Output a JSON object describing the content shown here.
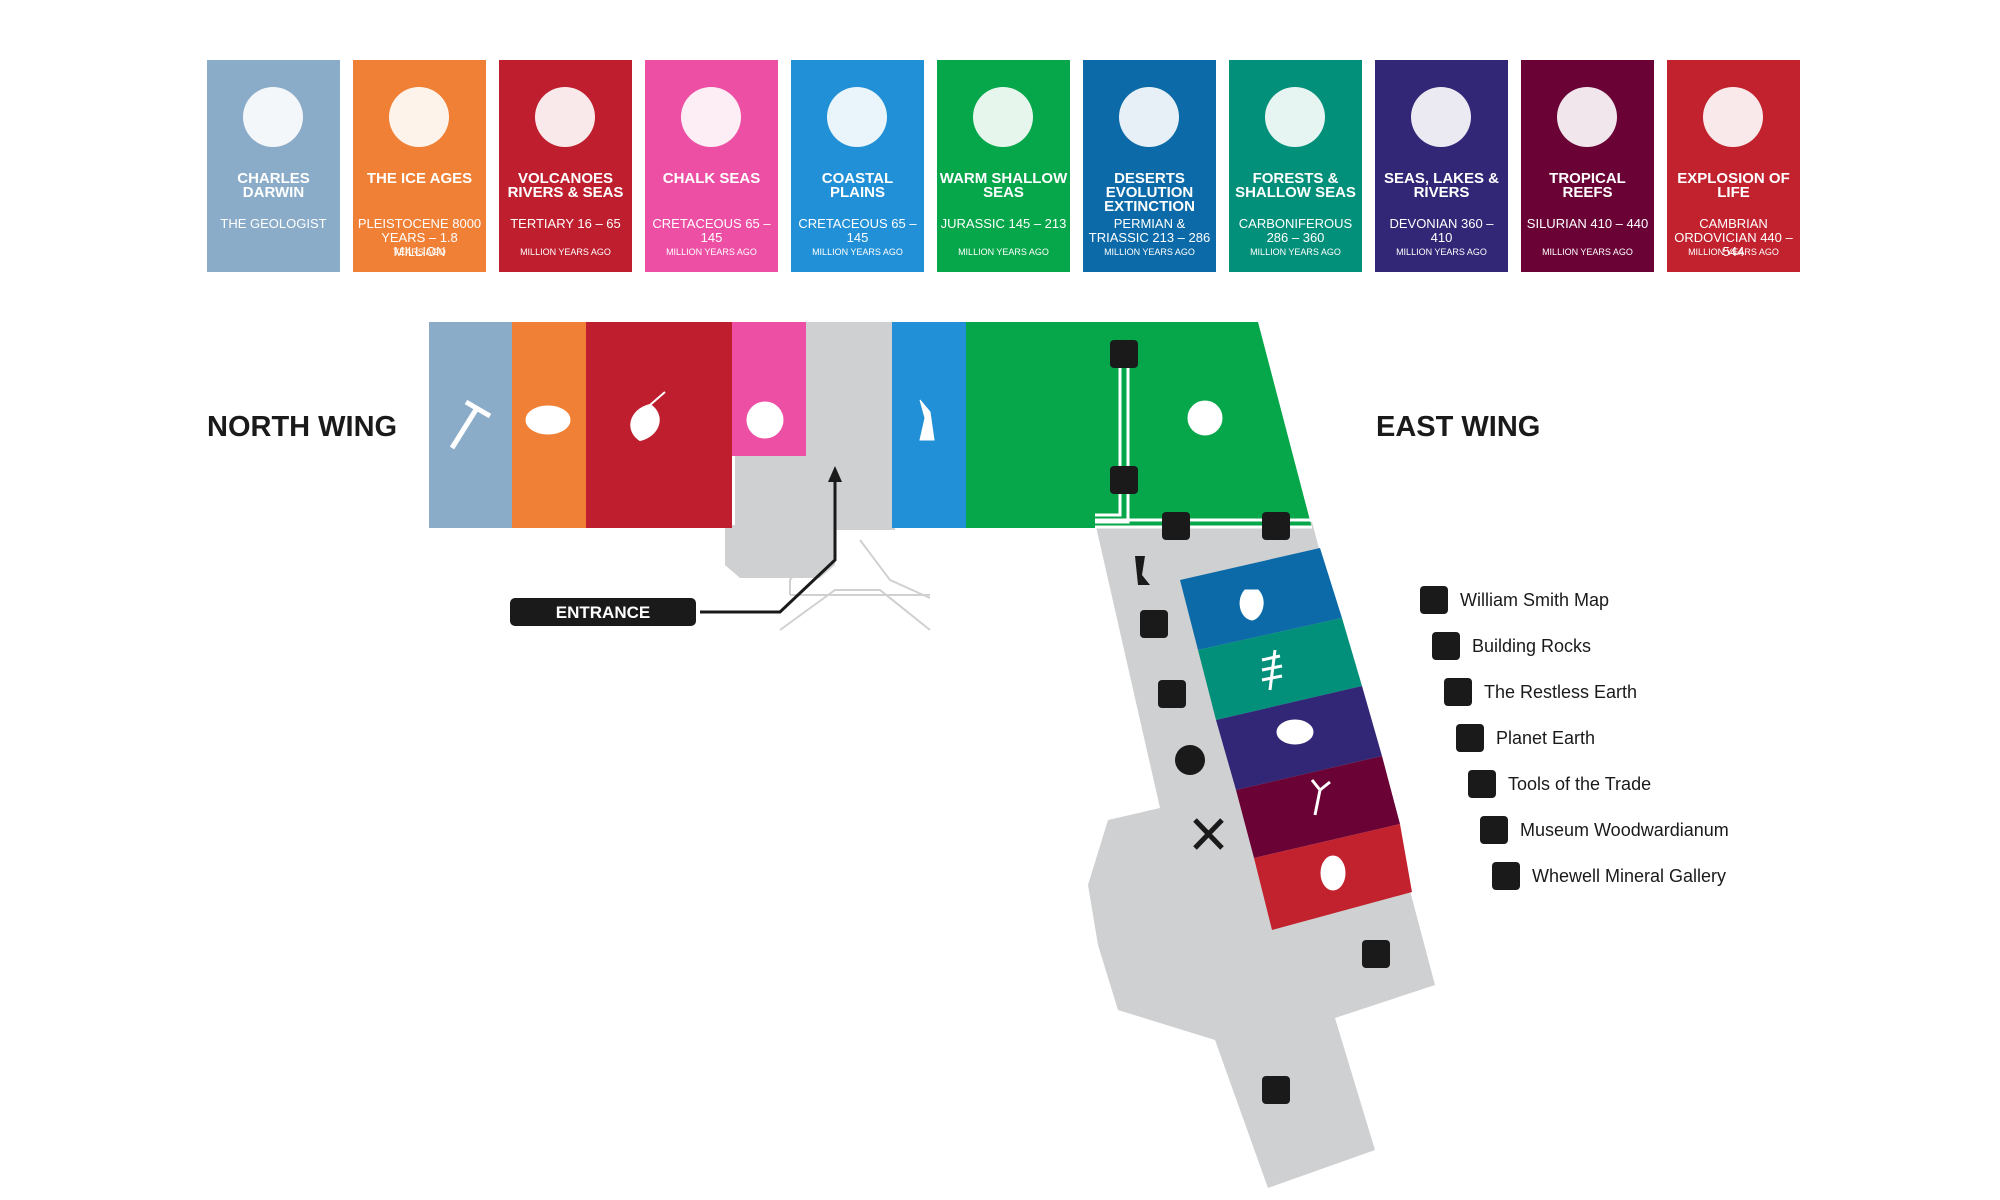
{
  "legend_tiles": [
    {
      "title": "CHARLES DARWIN",
      "period": "THE GEOLOGIST",
      "ago": "",
      "color": "#8aacc8",
      "icon": "hammer-icon"
    },
    {
      "title": "THE ICE AGES",
      "period": "PLEISTOCENE 8000 YEARS – 1.8 MILLION",
      "ago": "YEARS AGO",
      "color": "#f08036",
      "icon": "mammoth-icon"
    },
    {
      "title": "VOLCANOES RIVERS & SEAS",
      "period": "TERTIARY 16 – 65",
      "ago": "MILLION YEARS AGO",
      "color": "#be1e2d",
      "icon": "leaf-icon"
    },
    {
      "title": "CHALK SEAS",
      "period": "CRETACEOUS 65 – 145",
      "ago": "MILLION YEARS AGO",
      "color": "#ec4fa4",
      "icon": "sea-urchin-icon"
    },
    {
      "title": "COASTAL PLAINS",
      "period": "CRETACEOUS 65 – 145",
      "ago": "MILLION YEARS AGO",
      "color": "#2190d6",
      "icon": "iguanodon-icon"
    },
    {
      "title": "WARM SHALLOW SEAS",
      "period": "JURASSIC 145 – 213",
      "ago": "MILLION YEARS AGO",
      "color": "#06a64a",
      "icon": "ammonite-icon"
    },
    {
      "title": "DESERTS EVOLUTION EXTINCTION",
      "period": "PERMIAN & TRIASSIC 213 – 286",
      "ago": "MILLION YEARS AGO",
      "color": "#0b6aa7",
      "icon": "footprint-icon"
    },
    {
      "title": "FORESTS & SHALLOW SEAS",
      "period": "CARBONIFEROUS 286 – 360",
      "ago": "MILLION YEARS AGO",
      "color": "#02907a",
      "icon": "fern-icon"
    },
    {
      "title": "SEAS, LAKES & RIVERS",
      "period": "DEVONIAN 360 – 410",
      "ago": "MILLION YEARS AGO",
      "color": "#322676",
      "icon": "fish-icon"
    },
    {
      "title": "TROPICAL REEFS",
      "period": "SILURIAN 410 – 440",
      "ago": "MILLION YEARS AGO",
      "color": "#6a0235",
      "icon": "crinoid-icon"
    },
    {
      "title": "EXPLOSION OF LIFE",
      "period": "CAMBRIAN ORDOVICIAN 440 – 544",
      "ago": "MILLION YEARS AGO",
      "color": "#c1222e",
      "icon": "trilobite-icon"
    }
  ],
  "map": {
    "north_wing_label": "NORTH WING",
    "east_wing_label": "EAST WING",
    "entrance_label": "ENTRANCE",
    "corridor_color": "#cfd0d1"
  },
  "key": [
    {
      "label": "William Smith Map",
      "icon": "britain-map-icon"
    },
    {
      "label": "Building Rocks",
      "icon": "building-rocks-icon"
    },
    {
      "label": "The Restless Earth",
      "icon": "volcano-icon"
    },
    {
      "label": "Planet Earth",
      "icon": "globe-icon"
    },
    {
      "label": "Tools of the Trade",
      "icon": "crossed-hammers-icon"
    },
    {
      "label": "Museum Woodwardianum",
      "icon": "quill-icon"
    },
    {
      "label": "Whewell Mineral Gallery",
      "icon": "gem-icon"
    }
  ]
}
